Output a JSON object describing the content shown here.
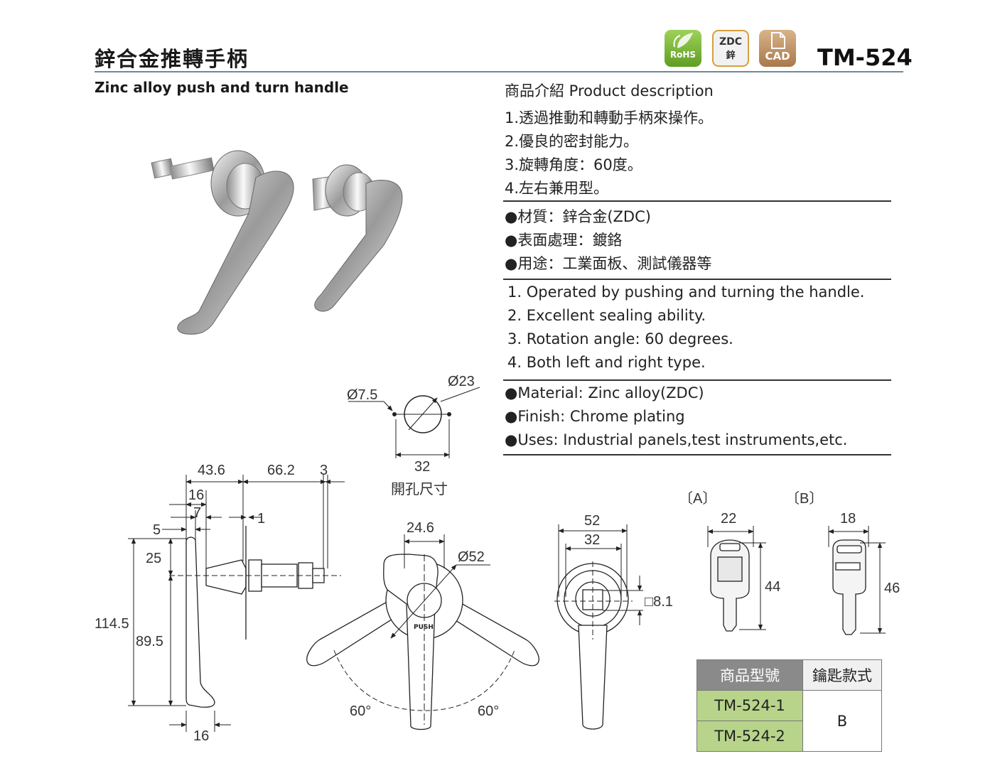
{
  "header": {
    "title_cn": "鋅合金推轉手柄",
    "title_en": "Zinc alloy push and turn handle",
    "model": "TM-524",
    "badges": {
      "rohs": "RoHS",
      "zdc_top": "ZDC",
      "zdc_bottom": "鋅",
      "cad": "CAD"
    }
  },
  "description": {
    "heading": "商品介紹 Product description",
    "cn_features": [
      "1.透過推動和轉動手柄來操作。",
      "2.優良的密封能力。",
      "3.旋轉角度：60度。",
      "4.左右兼用型。"
    ],
    "cn_specs": [
      "●材質：鋅合金(ZDC)",
      "●表面處理：鍍鉻",
      "●用途：工業面板、測試儀器等"
    ],
    "en_features": [
      "1. Operated by pushing and turning the handle.",
      "2. Excellent sealing ability.",
      "3. Rotation angle: 60 degrees.",
      "4. Both left and right type."
    ],
    "en_specs": [
      "●Material: Zinc alloy(ZDC)",
      "●Finish: Chrome plating",
      "●Uses: Industrial panels,test instruments,etc."
    ]
  },
  "cutout": {
    "d_small": "Ø7.5",
    "d_large": "Ø23",
    "width": "32",
    "caption": "開孔尺寸"
  },
  "side_view": {
    "d1": "43.6",
    "d2": "66.2",
    "d3": "3",
    "d4": "16",
    "d5": "7",
    "d6": "5",
    "d7": "1",
    "d8": "25",
    "d9": "114.5",
    "d10": "89.5",
    "d11": "16"
  },
  "front_view": {
    "width": "24.6",
    "dia": "Ø52",
    "angle_left": "60°",
    "angle_right": "60°",
    "push": "PUSH"
  },
  "back_view": {
    "d1": "52",
    "d2": "32",
    "square": "□8.1"
  },
  "keys": {
    "a_label": "〔A〕",
    "b_label": "〔B〕",
    "a_width": "22",
    "a_height": "44",
    "b_width": "18",
    "b_height": "46"
  },
  "table": {
    "headers": [
      "商品型號",
      "鑰匙款式"
    ],
    "rows": [
      "TM-524-1",
      "TM-524-2"
    ],
    "key_type": "B"
  },
  "colors": {
    "rule": "#6e8a96",
    "table_header": "#8a8a8a",
    "table_model": "#b7d48a"
  }
}
